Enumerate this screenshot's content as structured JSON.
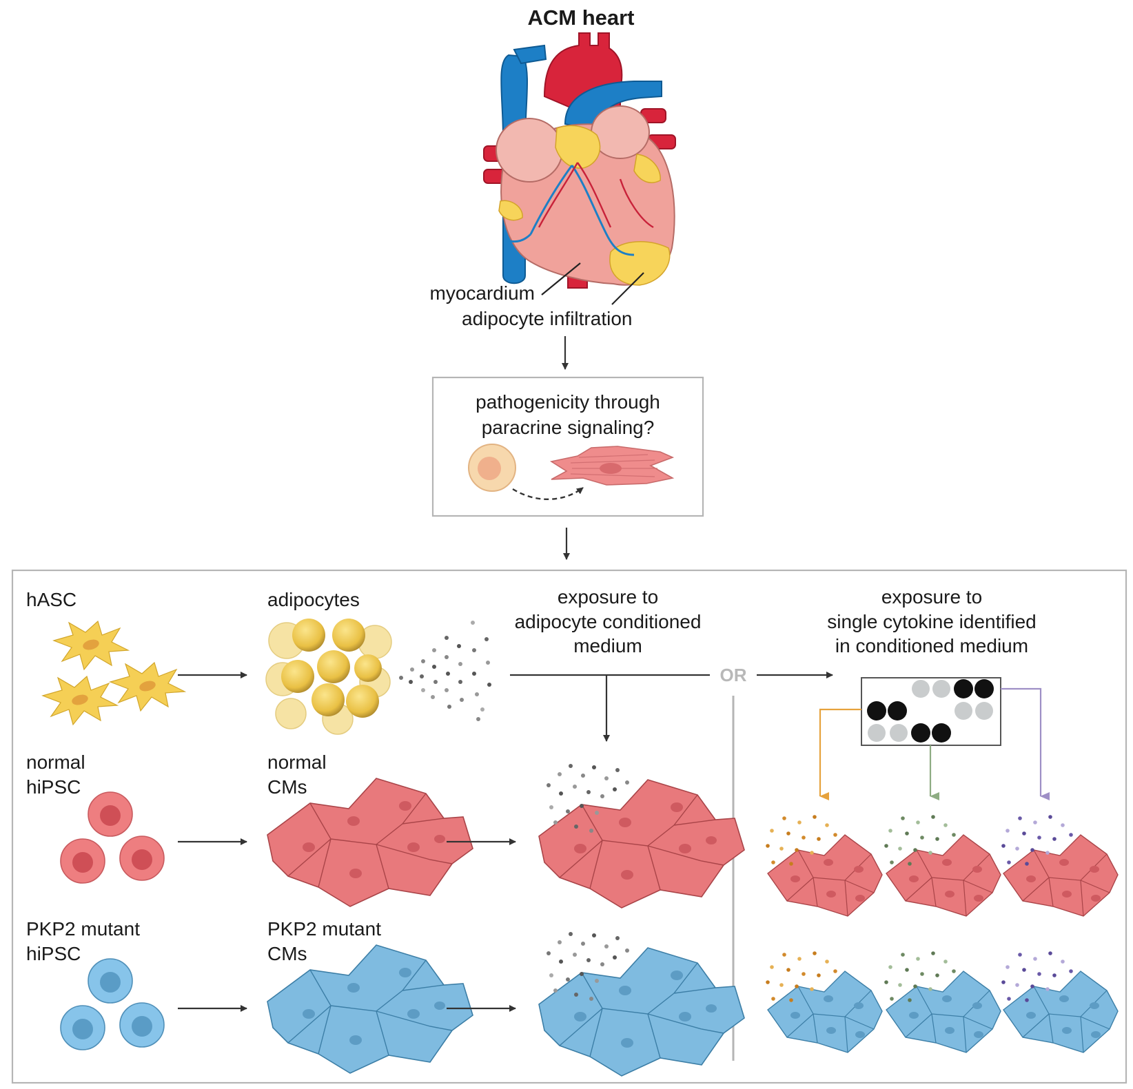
{
  "title": "ACM heart",
  "heart_labels": {
    "myocardium": "myocardium",
    "adipocyte_infiltration": "adipocyte infiltration"
  },
  "question_box": {
    "line1": "pathogenicity through",
    "line2": "paracrine signaling?"
  },
  "cells": {
    "hasc": "hASC",
    "adipocytes": "adipocytes",
    "normal_hipsc_1": "normal",
    "normal_hipsc_2": "hiPSC",
    "normal_cms_1": "normal",
    "normal_cms_2": "CMs",
    "pkp2_hipsc_1": "PKP2 mutant",
    "pkp2_hipsc_2": "hiPSC",
    "pkp2_cms_1": "PKP2 mutant",
    "pkp2_cms_2": "CMs"
  },
  "conditions": {
    "conditioned_1": "exposure to",
    "conditioned_2": "adipocyte conditioned",
    "conditioned_3": "medium",
    "or": "OR",
    "cytokine_1": "exposure to",
    "cytokine_2": "single cytokine identified",
    "cytokine_3": "in conditioned medium"
  },
  "colors": {
    "cm_normal": "#e8797c",
    "cm_pkp2": "#7fbbe0",
    "adipocyte": "#f2cf5b",
    "hasc": "#f5cf55",
    "cytokine_orange": "#e6a23c",
    "cytokine_green": "#8eac83",
    "cytokine_purple": "#9e8fc6",
    "frame": "#b5b5b5",
    "arrow": "#333333"
  }
}
